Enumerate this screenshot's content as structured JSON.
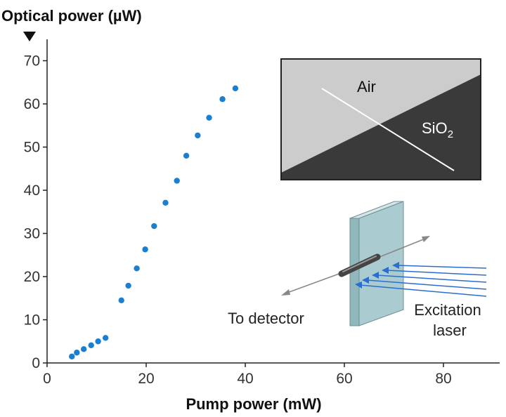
{
  "chart_data": {
    "type": "scatter",
    "title": "",
    "ylabel": "Optical power (µW)",
    "xlabel": "Pump power (mW)",
    "xlim": [
      0,
      90
    ],
    "ylim": [
      0,
      75
    ],
    "xticks": [
      "0",
      "20",
      "40",
      "60",
      "80"
    ],
    "yticks": [
      "0",
      "10",
      "20",
      "30",
      "40",
      "50",
      "60",
      "70"
    ],
    "grid": false,
    "point_color": "#1a7fd0",
    "series": [
      {
        "points": [
          [
            5,
            1.5
          ],
          [
            6,
            2.4
          ],
          [
            7.4,
            3.2
          ],
          [
            8.9,
            4.1
          ],
          [
            10.3,
            5.0
          ],
          [
            11.8,
            5.8
          ],
          [
            15,
            14.5
          ],
          [
            16.4,
            17.9
          ],
          [
            18.1,
            21.9
          ],
          [
            19.8,
            26.3
          ],
          [
            21.6,
            31.7
          ],
          [
            23.9,
            37.1
          ],
          [
            26.2,
            42.2
          ],
          [
            28.1,
            48.0
          ],
          [
            30.4,
            52.7
          ],
          [
            32.7,
            56.8
          ],
          [
            35.4,
            61.1
          ],
          [
            38,
            63.6
          ]
        ]
      }
    ],
    "annotations": {
      "top_inset": {
        "region_top": "Air",
        "region_bottom": "SiO",
        "subscript": "2"
      },
      "detector_label": "To detector",
      "laser_label_line1": "Excitation",
      "laser_label_line2": "laser"
    }
  }
}
